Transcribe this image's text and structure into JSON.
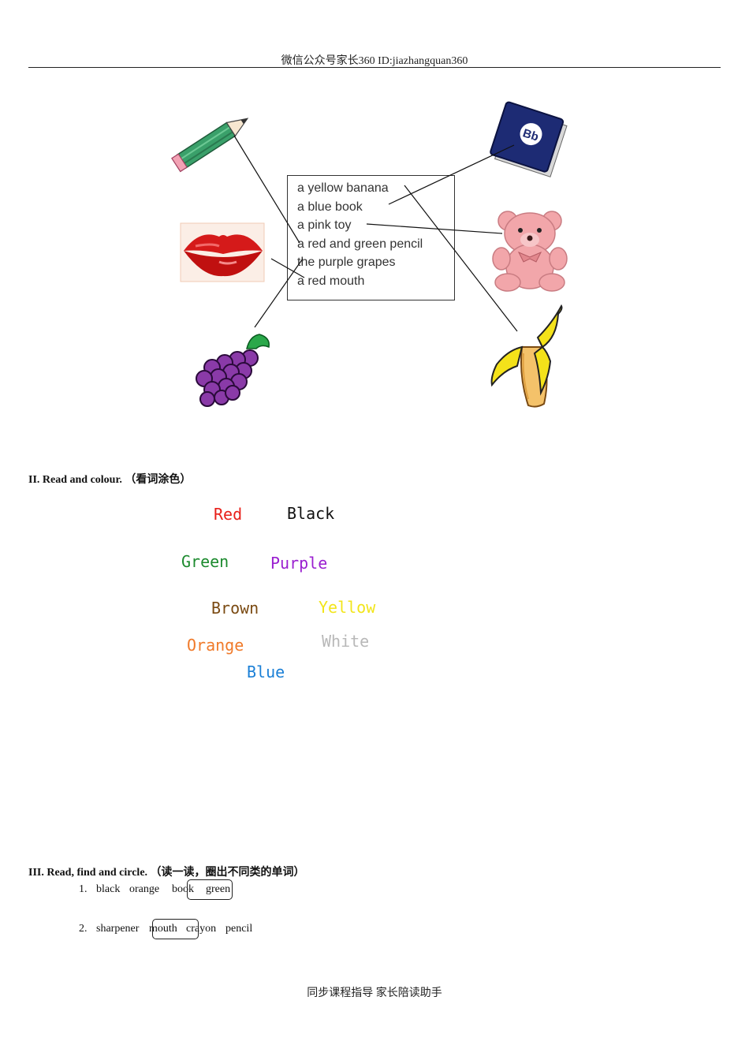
{
  "header": {
    "text": "微信公众号家长360 ID:jiazhangquan360"
  },
  "matching": {
    "phrases": [
      "a yellow banana",
      "a blue book",
      "a pink toy",
      "a red and green pencil",
      "the purple grapes",
      "a red mouth"
    ],
    "book_label": "Bb",
    "pictures": [
      "pencil-icon",
      "lips-icon",
      "grapes-icon",
      "book-icon",
      "teddy-bear-icon",
      "banana-icon"
    ]
  },
  "section2": {
    "title": "II. Read and colour.  （看词涂色）",
    "words": [
      {
        "text": "Red",
        "color": "#e8201a"
      },
      {
        "text": "Black",
        "color": "#111111"
      },
      {
        "text": "Green",
        "color": "#1c8a2e"
      },
      {
        "text": "Purple",
        "color": "#9a1fd0"
      },
      {
        "text": "Brown",
        "color": "#7a4a12"
      },
      {
        "text": "Yellow",
        "color": "#f2e51a"
      },
      {
        "text": "Orange",
        "color": "#f07a2a"
      },
      {
        "text": "White",
        "color": "#b8b8b8"
      },
      {
        "text": "Blue",
        "color": "#1a7fd6"
      }
    ]
  },
  "section3": {
    "title": "III. Read, find and circle.  （读一读，圈出不同类的单词）",
    "items": [
      {
        "number": "1.",
        "words": [
          "black",
          "orange",
          "book",
          "green"
        ]
      },
      {
        "number": "2.",
        "words": [
          "sharpener",
          "mouth",
          "crayon",
          "pencil"
        ]
      }
    ]
  },
  "footer": {
    "text": "同步课程指导 家长陪读助手"
  }
}
